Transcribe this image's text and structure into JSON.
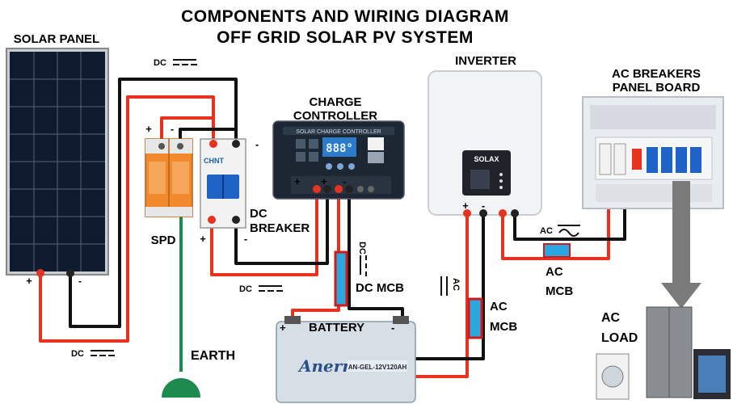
{
  "title": {
    "line1": "COMPONENTS AND WIRING DIAGRAM",
    "line2": "OFF GRID SOLAR PV SYSTEM"
  },
  "components": {
    "solar_panel": "SOLAR PANEL",
    "spd": "SPD",
    "dc_breaker_line1": "DC",
    "dc_breaker_line2": "BREAKER",
    "charge_controller_line1": "CHARGE",
    "charge_controller_line2": "CONTROLLER",
    "charge_controller_display": "888°",
    "charge_controller_face": "SOLAR CHARGE CONTROLLER",
    "inverter": "INVERTER",
    "inverter_brand": "SOLAX",
    "ac_panel_line1": "AC BREAKERS",
    "ac_panel_line2": "PANEL BOARD",
    "battery": "BATTERY",
    "battery_brand": "Anern",
    "battery_model": "AN-GEL-12V120AH",
    "earth": "EARTH",
    "ac_load_line1": "AC",
    "ac_load_line2": "LOAD",
    "dc_mcb": "DC MCB",
    "ac_mcb_inv_line1": "AC",
    "ac_mcb_inv_line2": "MCB",
    "ac_mcb_out_line1": "AC",
    "ac_mcb_out_line2": "MCB",
    "breaker_brand": "CHNT"
  },
  "wire_labels": {
    "dc": "DC",
    "ac": "AC"
  },
  "polarity": {
    "plus": "+",
    "minus": "-"
  },
  "colors": {
    "positive_wire": "#e8321e",
    "negative_wire": "#111111",
    "earth_wire": "#1e8a4c",
    "mcb": "#2aa7df",
    "mcb_border": "#d11a1a",
    "spd": "#f08a2c"
  }
}
